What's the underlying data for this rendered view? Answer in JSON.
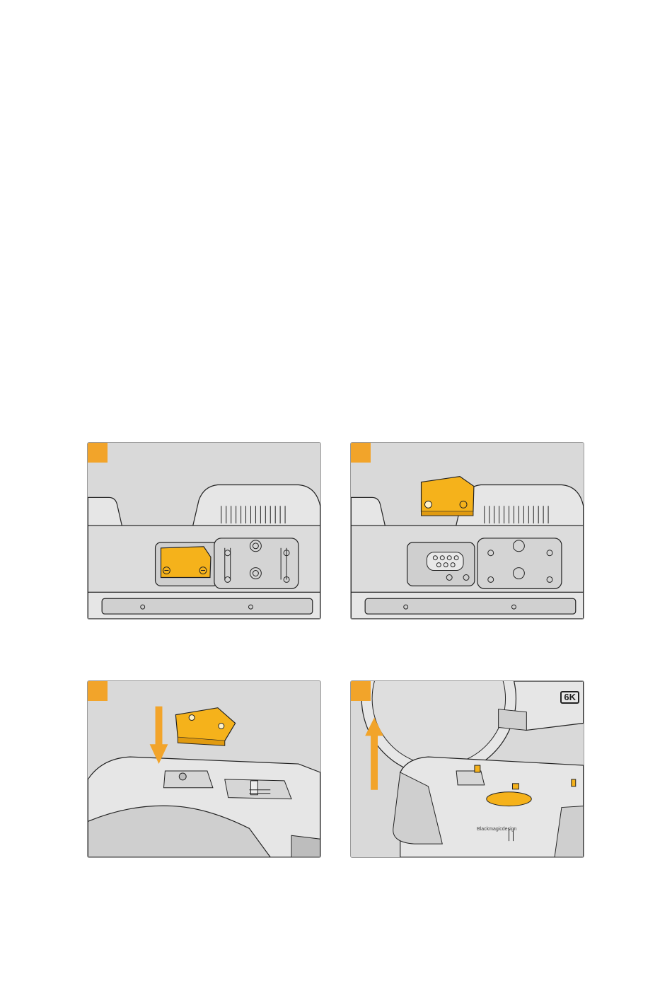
{
  "figures": [
    {
      "id": "step-1",
      "badge_color": "#f2a42a"
    },
    {
      "id": "step-2",
      "badge_color": "#f2a42a"
    },
    {
      "id": "step-3",
      "badge_color": "#f2a42a"
    },
    {
      "id": "step-4",
      "badge_color": "#f2a42a",
      "model_logo": "6K",
      "brand_text": "Blackmagicdesign"
    }
  ],
  "colors": {
    "accent": "#f2a42a",
    "cover_plate": "#f5b21b",
    "panel_bg": "#d9d9d9",
    "line": "#222222"
  }
}
